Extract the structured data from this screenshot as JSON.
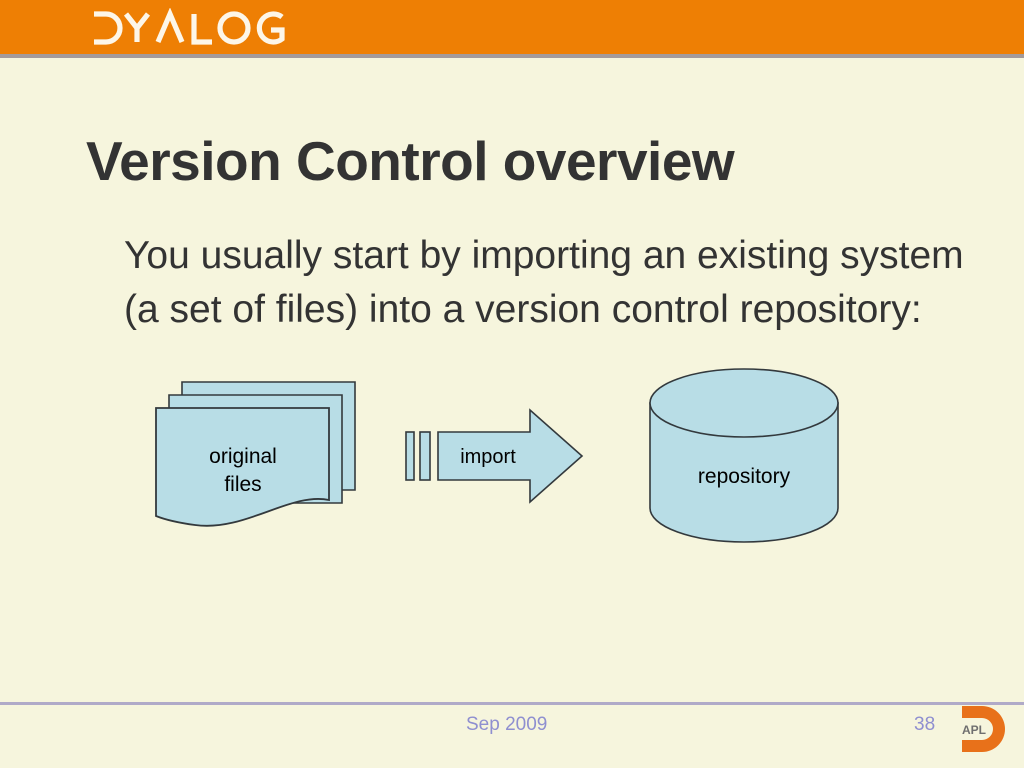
{
  "header": {
    "brand": "DYALOG",
    "brand_icon": "dyalog-wordmark",
    "bar_color": "#ee7f04",
    "rule_color": "#a49a9a"
  },
  "slide": {
    "background_color": "#f6f5dd",
    "title": "Version Control overview",
    "body": "You usually start by importing an existing system (a set of files) into a version control repository:",
    "text_color": "#333333"
  },
  "diagram": {
    "type": "flow",
    "shape_fill": "#b8dde6",
    "shape_stroke": "#33393d",
    "nodes": [
      {
        "id": "original-files",
        "shape": "stacked-documents",
        "label_line1": "original",
        "label_line2": "files"
      },
      {
        "id": "import-arrow",
        "shape": "striped-right-arrow",
        "label": "import"
      },
      {
        "id": "repository",
        "shape": "cylinder",
        "label": "repository"
      }
    ]
  },
  "footer": {
    "date": "Sep 2009",
    "page_number": "38",
    "text_color": "#8f8fd0",
    "rule_color": "#b0aac8",
    "logo_text": "APL",
    "logo_icon": "dyalog-d-logo",
    "logo_color": "#e8711a"
  }
}
